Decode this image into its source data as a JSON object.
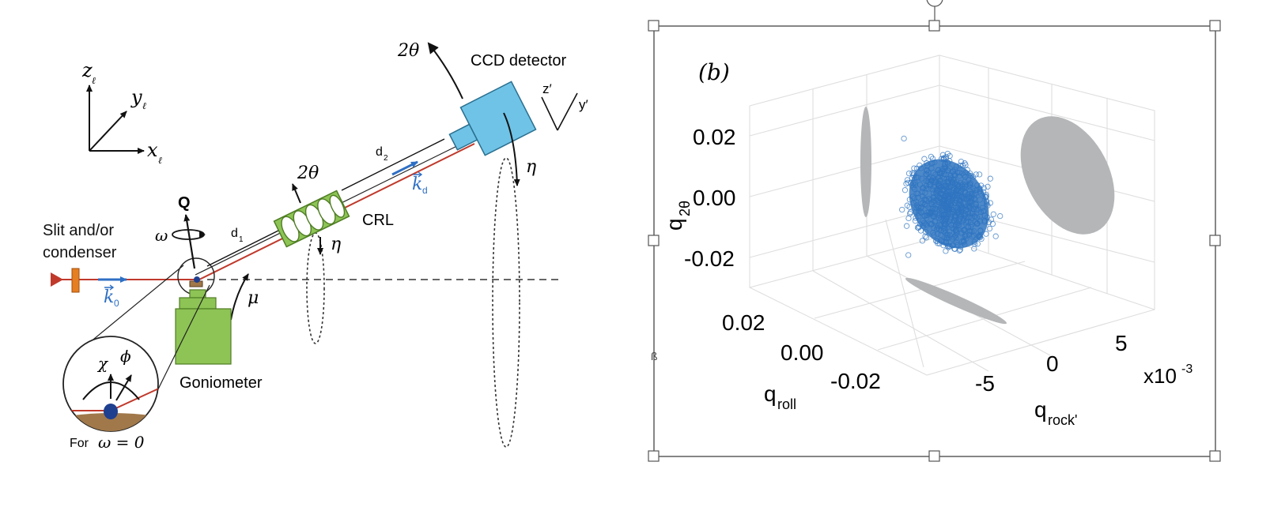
{
  "colors": {
    "beam": "#c0392b",
    "wavevector": "#2e6fc4",
    "crl_lens": "#8dc455",
    "goniometer": "#8dc455",
    "detector": "#6fc3e6",
    "slit": "#e67e22",
    "source": "#c0392b",
    "sample": "#1f3f8f",
    "scatter_main": "#2f74c0",
    "scatter_projection": "#b4b6b8"
  },
  "diagram": {
    "axes": {
      "z": "z",
      "y": "y",
      "x": "x",
      "sub": "ℓ"
    },
    "slit_label_line1": "Slit and/or",
    "slit_label_line2": "condenser",
    "k0": "k",
    "k0_sub": "0",
    "kd": "k",
    "kd_sub": "d",
    "Q": "Q",
    "omega": "ω",
    "mu": "μ",
    "d1": "d",
    "d1_sub": "1",
    "d2": "d",
    "d2_sub": "2",
    "crl_label": "CRL",
    "two_theta_crl": "2θ",
    "eta_crl": "η",
    "two_theta_det": "2θ",
    "detector_label": "CCD detector",
    "z_prime": "z′",
    "y_prime": "y′",
    "eta_det": "η",
    "goniometer_label": "Goniometer",
    "chi": "χ",
    "phi": "ϕ",
    "for_label": "For",
    "omega_zero": "ω = 0"
  },
  "plot": {
    "panel_label": "(b)",
    "z_ticks": [
      "0.02",
      "0.00",
      "-0.02"
    ],
    "z_label": "q",
    "z_label_sub": "2θ",
    "roll_ticks": [
      "0.02",
      "0.00",
      "-0.02"
    ],
    "roll_label": "q",
    "roll_label_sub": "roll",
    "rock_ticks": [
      "-5",
      "0",
      "5"
    ],
    "rock_label": "q",
    "rock_label_sub": "rock'",
    "rock_multiplier": "x10",
    "rock_multiplier_exp": "-3",
    "stray_glyph": "ß"
  },
  "chart_data": {
    "type": "scatter",
    "title": "(b)",
    "xlabel": "q_rock'",
    "ylabel": "q_roll",
    "zlabel": "q_2θ",
    "x_multiplier": "x10^-3",
    "xlim": [
      -8,
      8
    ],
    "ylim": [
      -0.03,
      0.03
    ],
    "zlim": [
      -0.03,
      0.03
    ],
    "grid": true,
    "series": [
      {
        "style": "open blue circles",
        "cluster_center": [
          -1.0,
          0.008,
          -0.001
        ],
        "spread": [
          2.0,
          0.01,
          0.015
        ]
      },
      {
        "style": "gray projection on back wall (q_rock', q_2θ)",
        "cluster_center": [
          -1.0,
          null,
          -0.001
        ]
      },
      {
        "style": "gray projection on side wall (q_roll, q_2θ)",
        "cluster_center": [
          null,
          0.008,
          0.0
        ]
      },
      {
        "style": "gray projection on floor (q_rock', q_roll)",
        "cluster_center": [
          -1.0,
          0.008,
          null
        ]
      }
    ]
  }
}
